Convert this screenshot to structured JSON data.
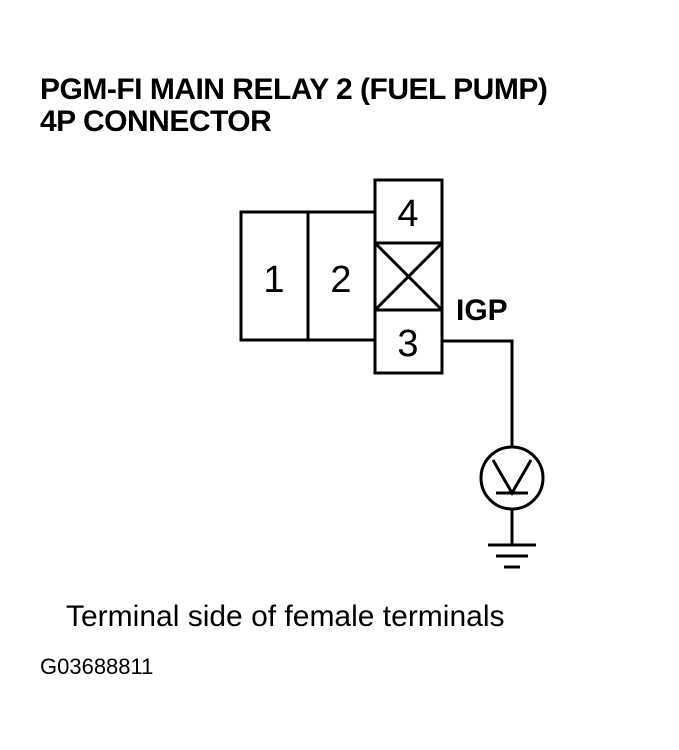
{
  "title": {
    "line1": "PGM-FI MAIN RELAY 2 (FUEL PUMP)",
    "line2": "4P CONNECTOR"
  },
  "connector": {
    "pins": [
      "1",
      "2",
      "3",
      "4"
    ],
    "wire_label": "IGP"
  },
  "meter_icon": "voltmeter-icon",
  "ground_icon": "ground-symbol-icon",
  "caption": "Terminal side of female terminals",
  "figure_id": "G03688811"
}
